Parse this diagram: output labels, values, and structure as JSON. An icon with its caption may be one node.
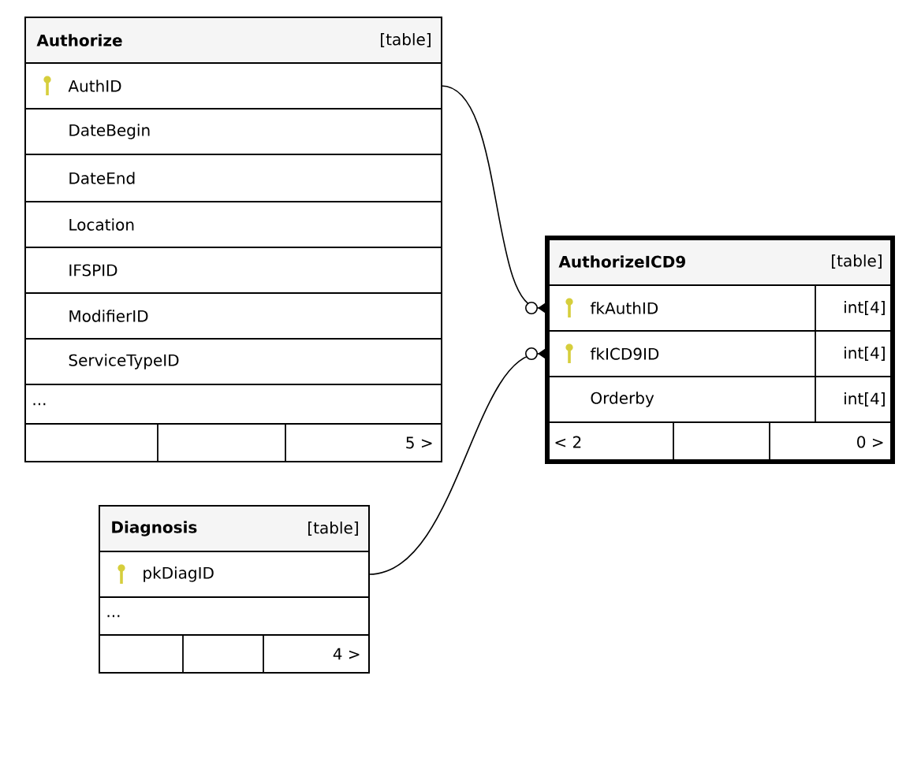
{
  "diagram": {
    "nodes": [
      {
        "text": [
          "Authorize",
          "[table]"
        ]
      },
      {
        "text": [
          "AuthID"
        ],
        "in": 0
      },
      {
        "text": [
          "DateBegin"
        ],
        "in": 0
      },
      {
        "text": [
          "DateEnd"
        ],
        "in": 0
      },
      {
        "text": [
          "Location"
        ],
        "in": 0
      },
      {
        "text": [
          "IFSPID"
        ],
        "in": 0
      },
      {
        "text": [
          "ModifierID"
        ],
        "in": 0
      },
      {
        "text": [
          "ServiceTypeID"
        ],
        "in": 0
      },
      {
        "text": [
          "..."
        ],
        "in": 0
      },
      {
        "text": [
          "5 >"
        ],
        "in": 0
      },
      {
        "text": [
          "AuthorizeICD9",
          "[table]"
        ]
      },
      {
        "text": [
          "fkAuthID",
          "int[4]"
        ],
        "in": 10
      },
      {
        "text": [
          "fkICD9ID",
          "int[4]"
        ],
        "in": 10
      },
      {
        "text": [
          "Orderby",
          "int[4]"
        ],
        "in": 10
      },
      {
        "text": [
          "< 2",
          "0 >"
        ],
        "in": 10
      },
      {
        "text": [
          "Diagnosis",
          "[table]"
        ]
      },
      {
        "text": [
          "pkDiagID"
        ],
        "in": 15
      },
      {
        "text": [
          "..."
        ],
        "in": 15
      },
      {
        "text": [
          "4 >"
        ],
        "in": 15
      }
    ],
    "edges": [
      {
        "from": 1,
        "to": 11,
        "arrow": "other"
      },
      {
        "from": 16,
        "to": 12,
        "arrow": "other"
      }
    ]
  }
}
